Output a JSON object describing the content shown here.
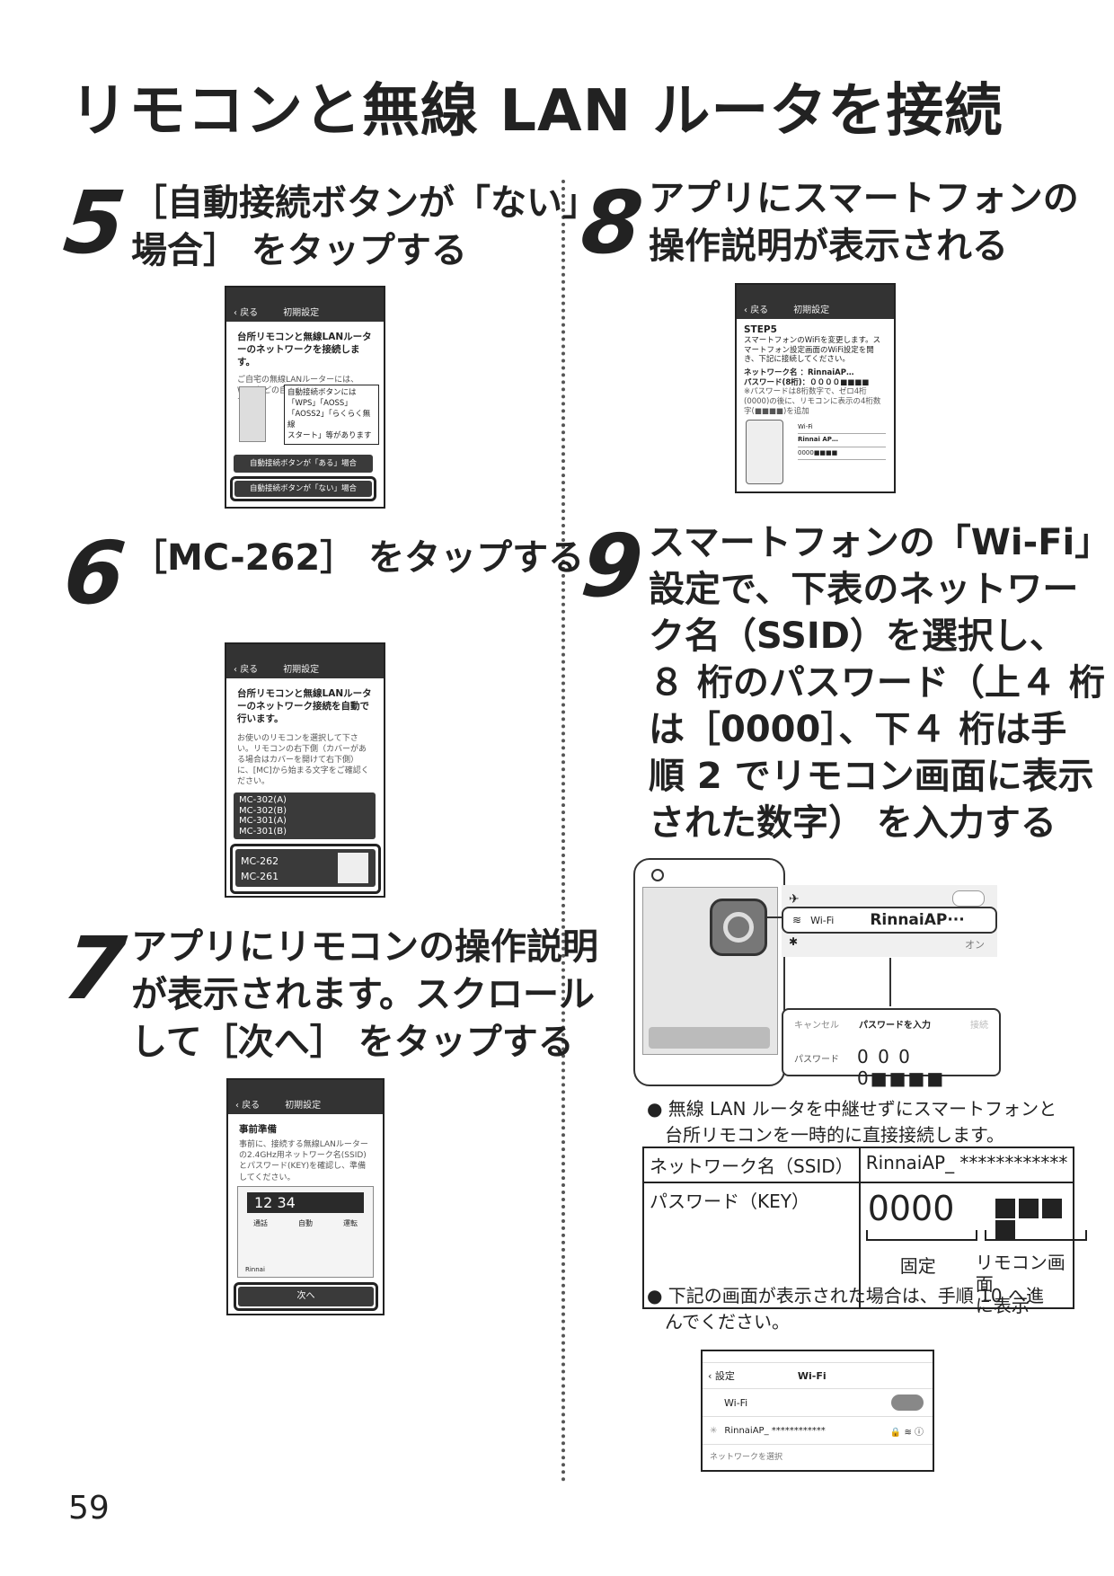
{
  "title": "リモコンと無線 LAN ルータを接続",
  "page_number": "59",
  "step5": {
    "number": "5",
    "lines": [
      "［自動接続ボタンが「ない」",
      "場合］ をタップする"
    ],
    "screen": {
      "back": "戻る",
      "header": "初期設定",
      "lead": "台所リモコンと無線LANルーターのネットワークを接続します。",
      "question": "ご自宅の無線LANルーターには、WPSなどの自動接続ボタンはありますか？",
      "callout_lines": [
        "自動接続ボタンには",
        "「WPS」「AOSS」",
        "「AOSS2」「らくらく無線",
        "スタート」等があります"
      ],
      "btn_yes": "自動接続ボタンが「ある」場合",
      "btn_no": "自動接続ボタンが「ない」場合"
    }
  },
  "step6": {
    "number": "6",
    "lines": [
      "［MC-262］ をタップする"
    ],
    "screen": {
      "back": "戻る",
      "header": "初期設定",
      "lead": "台所リモコンと無線LANルーターのネットワーク接続を自動で行います。",
      "desc": "お使いのリモコンを選択して下さい。リモコンの右下側（カバーがある場合はカバーを開けて右下側）に、[MC]から始まる文字をご確認ください。",
      "group1": [
        "MC-302(A)",
        "MC-302(B)",
        "MC-301(A)",
        "MC-301(B)"
      ],
      "group2": [
        "MC-262",
        "MC-261"
      ]
    }
  },
  "step7": {
    "number": "7",
    "lines": [
      "アプリにリモコンの操作説明",
      "が表示されます。スクロール",
      "して［次へ］ をタップする"
    ],
    "screen": {
      "back": "戻る",
      "header": "初期設定",
      "lead": "事前準備",
      "desc": "事前に、接続する無線LANルーターの2.4GHz用ネットワーク名(SSID)とパスワード(KEY)を確認し、準備してください。",
      "display": "12 34",
      "buttons": [
        "通話",
        "自動",
        "運転"
      ],
      "brand": "Rinnai",
      "next": "次へ"
    }
  },
  "step8": {
    "number": "8",
    "lines": [
      "アプリにスマートフォンの",
      "操作説明が表示される"
    ],
    "screen": {
      "back": "戻る",
      "header": "初期設定",
      "step": "STEP5",
      "desc": "スマートフォンのWiFiを変更します。スマートフォン設定画面のWiFi設定を開き、下記に接続してください。",
      "network": "ネットワーク名 ：RinnaiAP…",
      "password": "パスワード(8桁)：００００■■■■",
      "note": "※パスワードは8桁数字で、ゼロ4桁(0000)の後に、リモコンに表示の4桁数字(■■■■)を追加",
      "wifi": "Wi-Fi",
      "ssid": "Rinnai AP…",
      "pw_row": "0000■■■■"
    }
  },
  "step9": {
    "number": "9",
    "lines": [
      "スマートフォンの「Wi-Fi」",
      "設定で、下表のネットワー",
      "ク名（SSID）を選択し、",
      "８ 桁のパスワード（上４ 桁",
      "は［0000］、下４ 桁は手",
      "順 2 でリモコン画面に表示",
      "された数字） を入力する"
    ],
    "figure": {
      "wifi_label": "Wi-Fi",
      "ssid": "RinnaiAP···",
      "on": "オン",
      "cancel": "キャンセル",
      "pw_title": "パスワードを入力",
      "join": "接続",
      "pw_label": "パスワード",
      "pw_value": "0 0 0 0■■■■"
    },
    "bullet1": [
      "● 無線 LAN ルータを中継せずにスマートフォンと",
      "　台所リモコンを一時的に直接接続します。"
    ],
    "table": {
      "ssid_label": "ネットワーク名（SSID）",
      "ssid_value": "RinnaiAP_ ************",
      "key_label": "パスワード（KEY）",
      "fixed_value": "0000",
      "fixed_caption": "固定",
      "remote_caption_1": "リモコン画面",
      "remote_caption_2": "に表示"
    },
    "bullet2": [
      "● 下記の画面が表示された場合は、手順 10 へ進",
      "　んでください。"
    ],
    "wifi_screen": {
      "back": "設定",
      "title": "Wi-Fi",
      "wifi_row": "Wi-Fi",
      "network": "RinnaiAP_ ************",
      "select": "ネットワークを選択"
    }
  }
}
